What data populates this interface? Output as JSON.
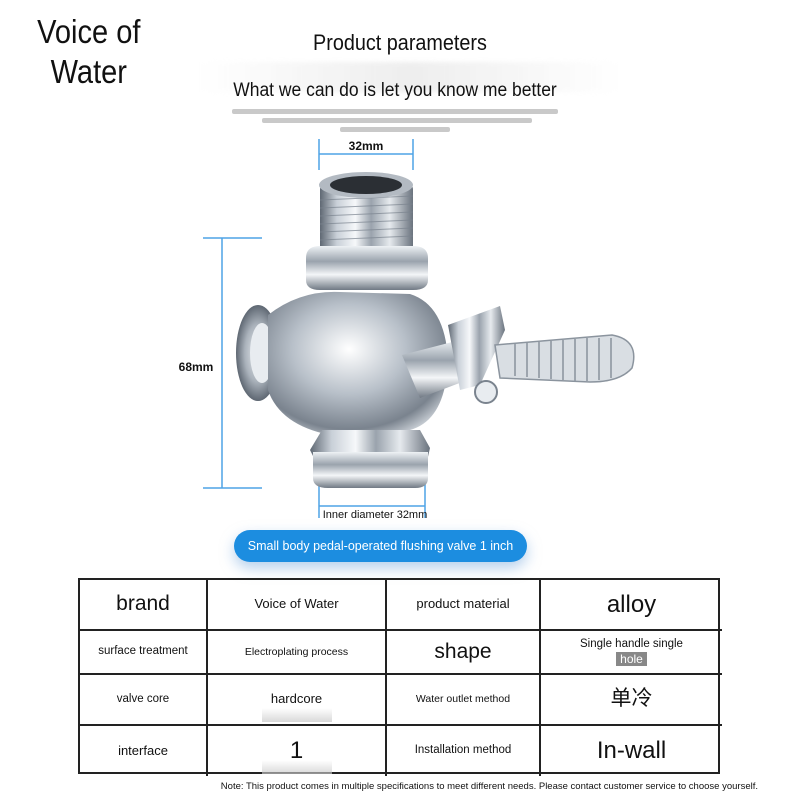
{
  "brand_logo": "Voice of Water",
  "header": {
    "title": "Product parameters",
    "subtitle": "What we can do is let you know me better"
  },
  "figure": {
    "width_label": "32mm",
    "height_label": "68mm",
    "inner_label": "Inner diameter 32mm"
  },
  "caption": "Small body pedal-operated flushing valve 1 inch",
  "specs": [
    {
      "label": "brand",
      "value": "Voice of Water"
    },
    {
      "label": "product material",
      "value": "alloy"
    },
    {
      "label": "surface treatment",
      "value": "Electroplating process"
    },
    {
      "label": "shape",
      "value": "Single handle single",
      "value_extra": "hole"
    },
    {
      "label": "valve core",
      "value": "hardcore"
    },
    {
      "label": "Water outlet method",
      "value": "单冷"
    },
    {
      "label": "interface",
      "value": "1"
    },
    {
      "label": "Installation method",
      "value": "In-wall"
    }
  ],
  "note": "Note: This product comes in multiple specifications to meet different needs. Please contact customer service to choose yourself.",
  "colors": {
    "accent_blue": "#1c8de0",
    "dimension_line": "#4ea3e6",
    "chrome_dark": "#6e7783",
    "chrome_light": "#f3f6f9",
    "table_border": "#222222"
  }
}
